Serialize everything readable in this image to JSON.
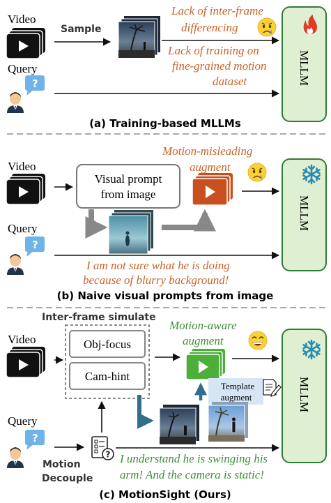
{
  "colors": {
    "mllm_fill": "#dff0d2",
    "mllm_stroke": "#2f7a34",
    "orange_text": "#c8642a",
    "green_text": "#3f8f3a",
    "augment_orange": "#c8501e",
    "augment_green": "#4caf3a",
    "teal_arrow": "#2f6f8a",
    "snowflake": "#2a8bb0",
    "fire": "#e03a24",
    "divider": "#aaaaaa"
  },
  "panel_a": {
    "video_label": "Video",
    "query_label": "Query",
    "sample_label": "Sample",
    "issue1_line1": "Lack of inter-frame",
    "issue1_line2": "differencing",
    "issue2_line1": "Lack of training on",
    "issue2_line2": "fine-grained motion",
    "issue2_line3": "dataset",
    "mllm_label": "MLLM",
    "caption": "(a) Training-based MLLMs",
    "icons": [
      "video-icon",
      "sample-frames-icon",
      "user-icon",
      "question-bubble-icon",
      "sad-emoji-icon",
      "fire-icon"
    ]
  },
  "panel_b": {
    "video_label": "Video",
    "query_label": "Query",
    "visual_prompt_line1": "Visual prompt",
    "visual_prompt_line2": "from image",
    "misleading_line1": "Motion-misleading",
    "misleading_line2": "augment",
    "answer_line1": "I am not sure what he is doing",
    "answer_line2": "because of blurry background!",
    "mllm_label": "MLLM",
    "caption": "(b) Naive visual prompts from image",
    "icons": [
      "video-icon",
      "blurry-frames-icon",
      "orange-augment-icon",
      "user-icon",
      "question-bubble-icon",
      "sad-emoji-icon",
      "snowflake-icon"
    ]
  },
  "panel_c": {
    "inter_frame_label": "Inter-frame simulate",
    "video_label": "Video",
    "query_label": "Query",
    "obj_focus": "Obj-focus",
    "cam_hint": "Cam-hint",
    "aware_line1": "Motion-aware",
    "aware_line2": "augment",
    "template_line1": "Template",
    "template_line2": "augment",
    "motion_line1": "Motion",
    "motion_line2": "Decouple",
    "answer_line1": "I understand he is swinging his",
    "answer_line2": "arm! And the camera is static!",
    "mllm_label": "MLLM",
    "caption": "(c) MotionSight (Ours)",
    "icons": [
      "video-icon",
      "green-augment-icon",
      "template-doc-icon",
      "augmented-frames-icon",
      "user-icon",
      "question-bubble-icon",
      "decouple-doc-icon",
      "happy-emoji-icon",
      "snowflake-icon"
    ]
  }
}
